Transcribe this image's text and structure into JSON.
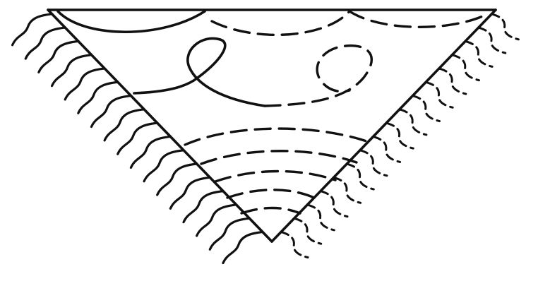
{
  "diagram": {
    "colors": {
      "ink": "#111111",
      "paper": "#ffffff"
    },
    "elements": [
      "triangle-boundary",
      "left-wall-hatching",
      "right-wall-hatching-dashed",
      "solid-curves",
      "dashed-curves",
      "dashed-loop"
    ]
  }
}
